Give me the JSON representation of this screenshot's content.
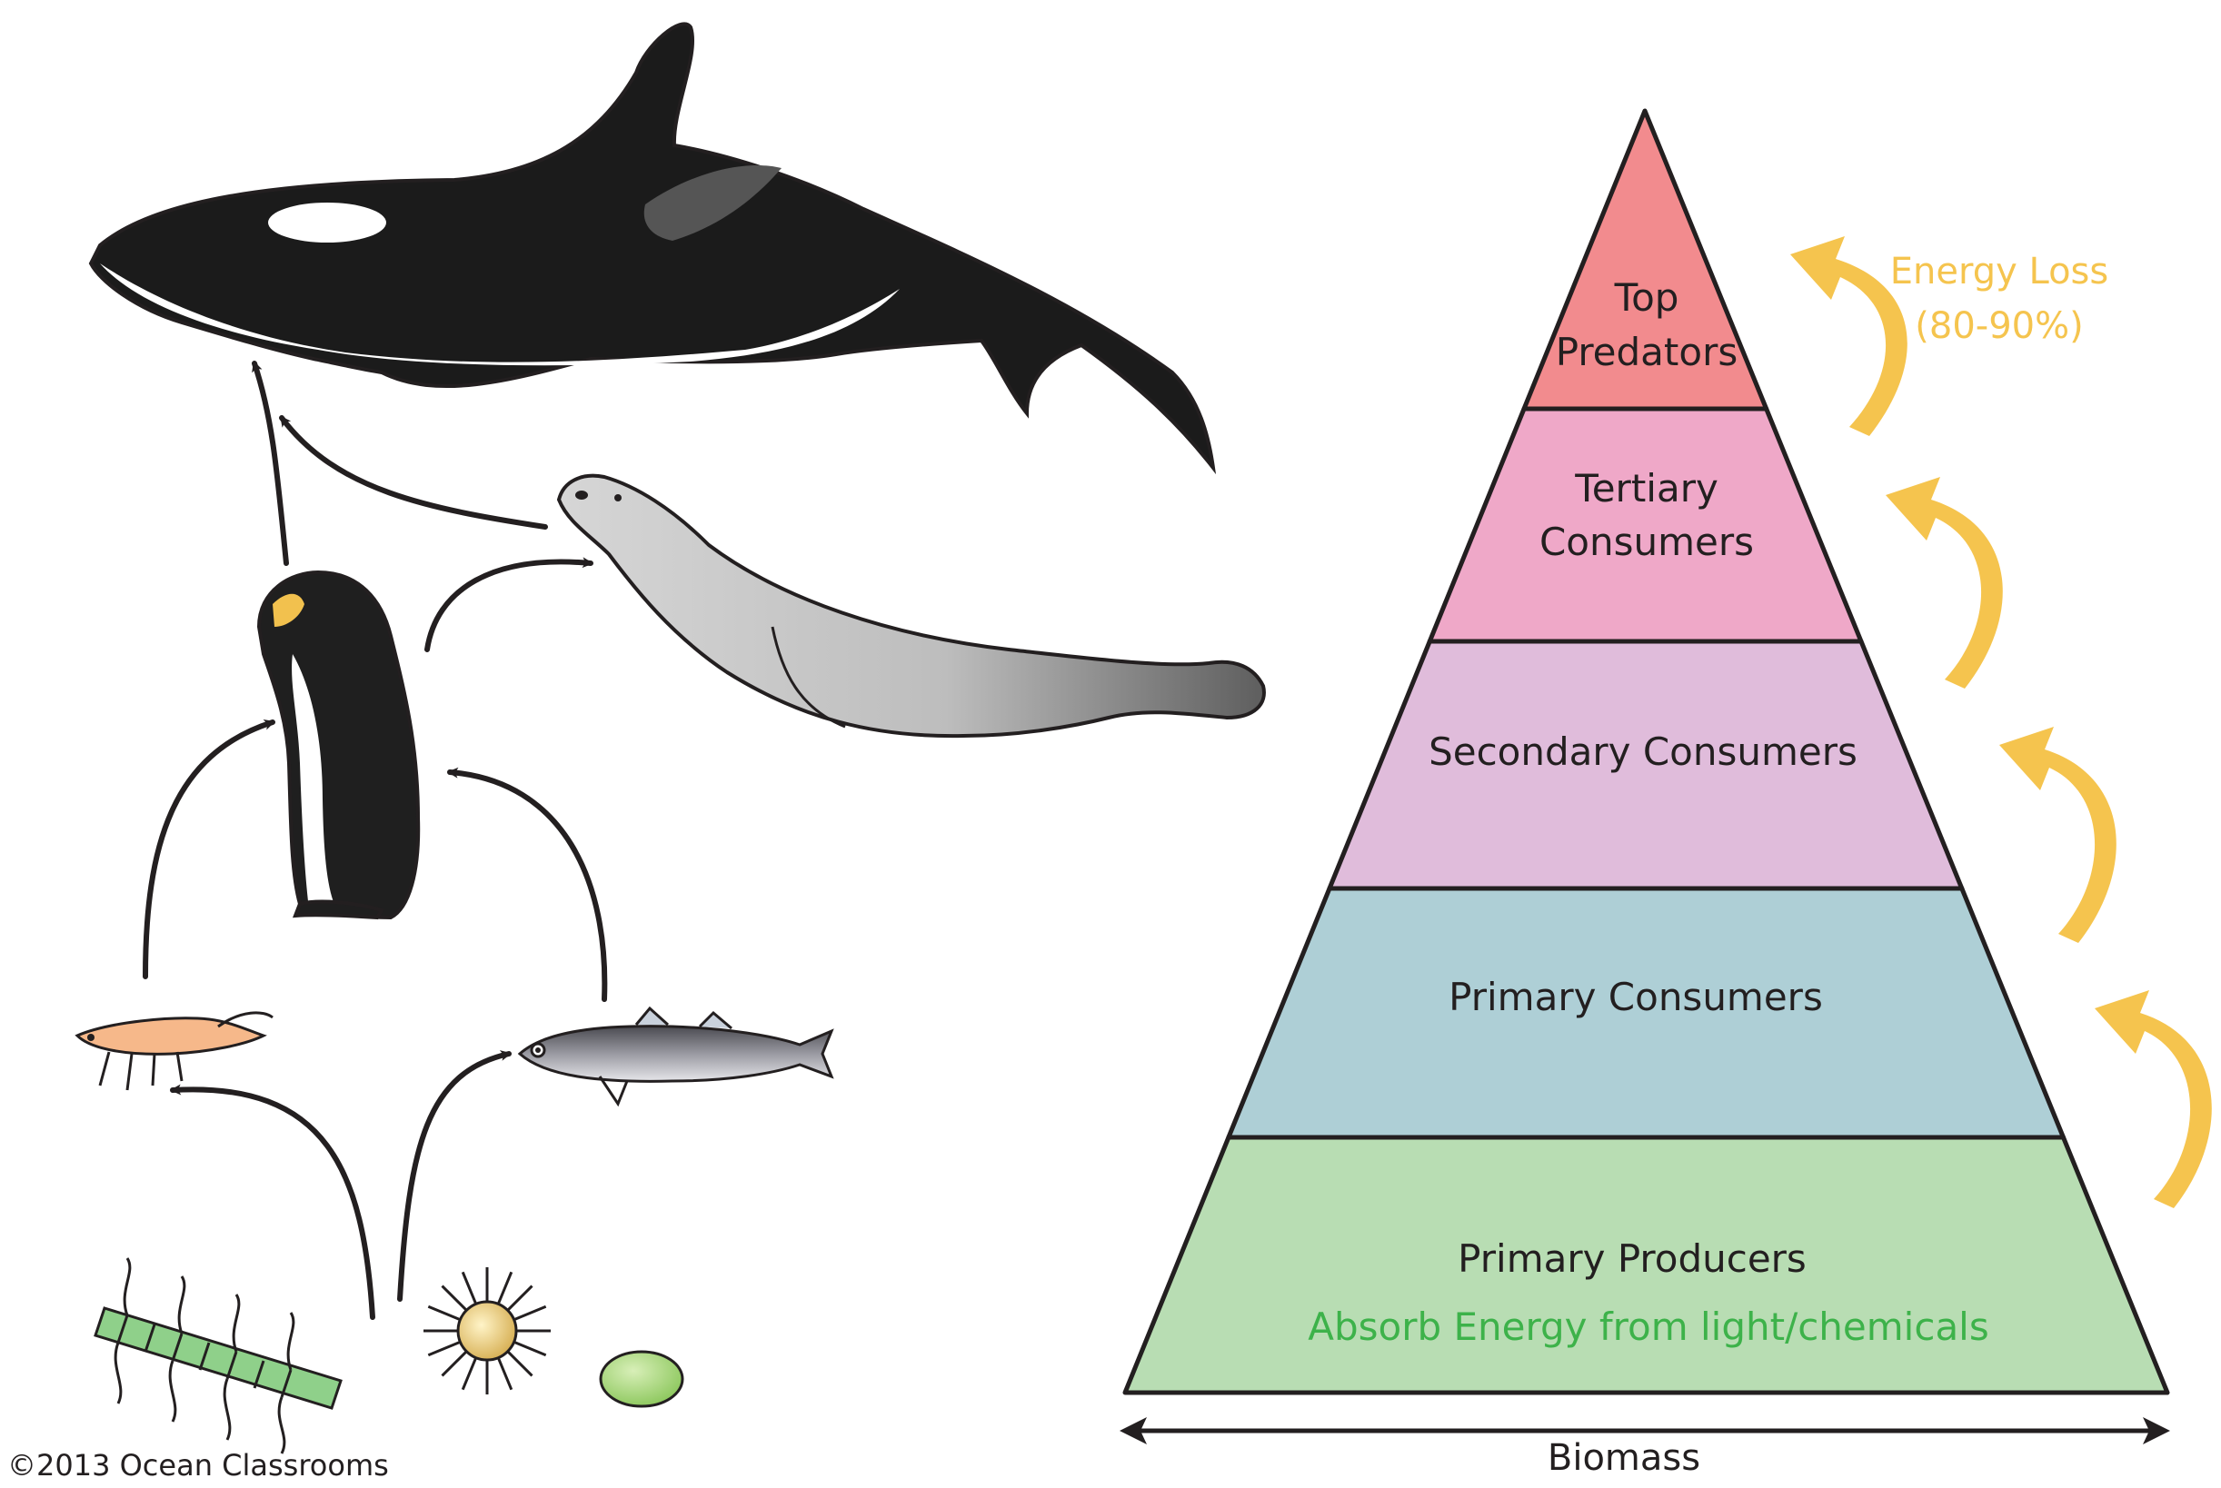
{
  "pyramid": {
    "levels": [
      {
        "lines": [
          "Top",
          "Predators"
        ],
        "color": "#f28b8e"
      },
      {
        "lines": [
          "Tertiary",
          "Consumers"
        ],
        "color": "#efa8c8"
      },
      {
        "lines": [
          "Secondary Consumers"
        ],
        "color": "#e0bcdb"
      },
      {
        "lines": [
          "Primary Consumers"
        ],
        "color": "#aecfd6"
      },
      {
        "lines": [
          "Primary Producers"
        ],
        "sublabel": "Absorb Energy from light/chemicals",
        "sublabel_color": "#3db24a",
        "color": "#b8ddb3"
      }
    ],
    "text_color": "#231f20"
  },
  "energy_loss": {
    "line1": "Energy Loss",
    "line2": "(80-90%)",
    "color": "#f5c44e"
  },
  "axis": {
    "label": "Biomass"
  },
  "copyright": "©2013 Ocean Classrooms",
  "organisms": [
    {
      "name": "orca",
      "icon": "orca-icon"
    },
    {
      "name": "seal",
      "icon": "seal-icon"
    },
    {
      "name": "penguin",
      "icon": "penguin-icon"
    },
    {
      "name": "krill",
      "icon": "krill-icon"
    },
    {
      "name": "fish",
      "icon": "fish-icon"
    },
    {
      "name": "diatom chain",
      "icon": "diatom-chain-icon"
    },
    {
      "name": "radiolarian",
      "icon": "radiolarian-icon"
    },
    {
      "name": "algae cell",
      "icon": "algae-cell-icon"
    }
  ]
}
